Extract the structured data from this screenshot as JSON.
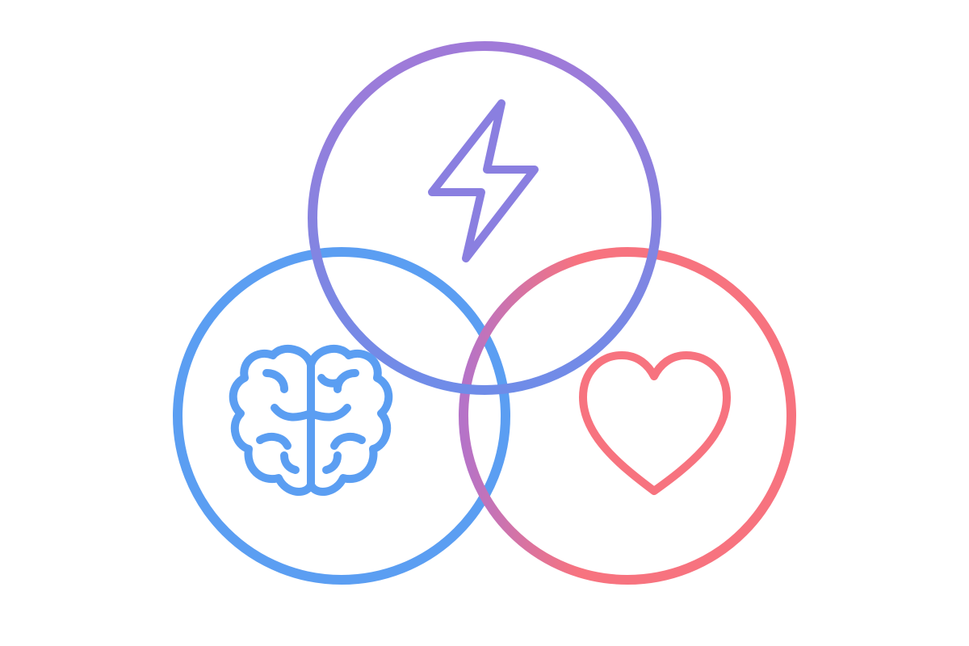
{
  "diagram": {
    "type": "three-set-overlap",
    "sets": [
      {
        "id": "top",
        "icon": "lightning-bolt-icon",
        "color": "#8a7fe0"
      },
      {
        "id": "left",
        "icon": "brain-icon",
        "color": "#5b9ef2"
      },
      {
        "id": "right",
        "icon": "heart-icon",
        "color": "#f7737f"
      }
    ],
    "gradient": {
      "top_ring": [
        "#a07ad8",
        "#6f8ce8"
      ],
      "right_ring_left_edge": "#b573c8"
    }
  }
}
